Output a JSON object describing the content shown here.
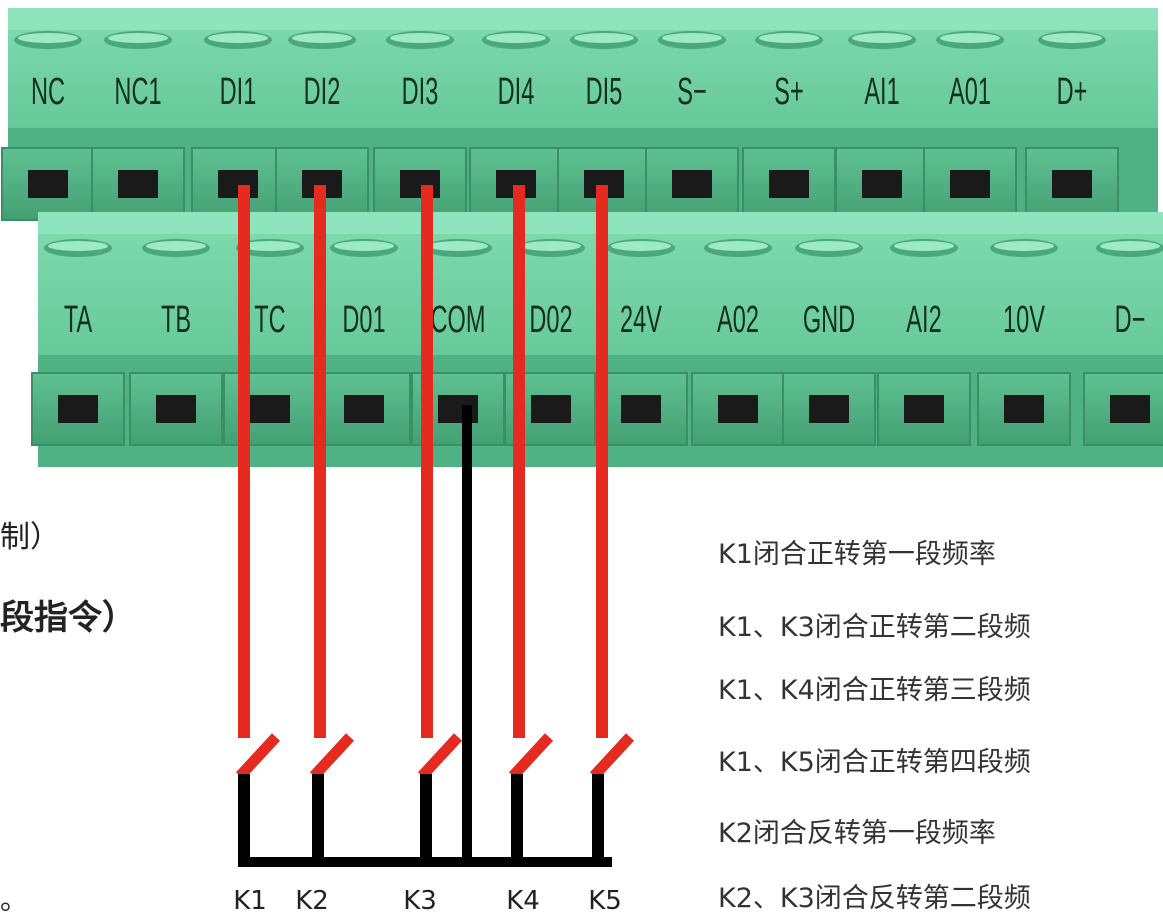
{
  "terminal_rows": {
    "top": [
      "NC",
      "NC1",
      "DI1",
      "DI2",
      "DI3",
      "DI4",
      "DI5",
      "S−",
      "S+",
      "AI1",
      "A01",
      "D+"
    ],
    "bottom": [
      "TA",
      "TB",
      "TC",
      "D01",
      "COM",
      "D02",
      "24V",
      "A02",
      "GND",
      "AI2",
      "10V",
      "D−"
    ]
  },
  "switches": [
    "K1",
    "K2",
    "K3",
    "K4",
    "K5"
  ],
  "left_text": {
    "line1": "制）",
    "line2": "段指令）",
    "line3": "。"
  },
  "descriptions": [
    "K1闭合正转第一段频率",
    "K1、K3闭合正转第二段频",
    "K1、K4闭合正转第三段频",
    "K1、K5闭合正转第四段频",
    "K2闭合反转第一段频率",
    "K2、K3闭合反转第二段频"
  ],
  "colors": {
    "terminal_block": "#6dcfa3",
    "terminal_shadow": "#3f9f72",
    "wire_signal": "#e52b1f",
    "wire_common": "#000000"
  }
}
